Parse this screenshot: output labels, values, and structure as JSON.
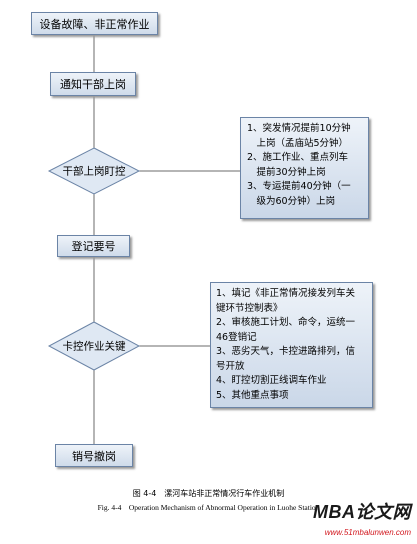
{
  "flow": {
    "step1": "设备故障、非正常作业",
    "step2": "通知干部上岗",
    "decision1": "干部上岗盯控",
    "step3": "登记要号",
    "decision2": "卡控作业关键",
    "step4": "销号撤岗"
  },
  "note1": {
    "lines": [
      "1、突发情况提前10分钟",
      "　上岗（孟庙站5分钟）",
      "2、施工作业、重点列车",
      "　提前30分钟上岗",
      "3、专运提前40分钟（一",
      "　级为60分钟）上岗"
    ]
  },
  "note2": {
    "lines": [
      "1、填记《非正常情况接发列车关",
      "键环节控制表》",
      "2、审核施工计划、命令，运统一",
      "46登销记",
      "3、恶劣天气，卡控进路排列，信",
      "号开放",
      "4、盯控切割正线调车作业",
      "5、其他重点事项"
    ]
  },
  "caption": {
    "cn": "图 4-4　漯河车站非正常情况行车作业机制",
    "en": "Fig. 4-4　Operation Mechanism of Abnormal Operation in Luohe Station"
  },
  "watermark": {
    "brand": "MBA论文网",
    "url": "www.51mbalunwen.com"
  }
}
